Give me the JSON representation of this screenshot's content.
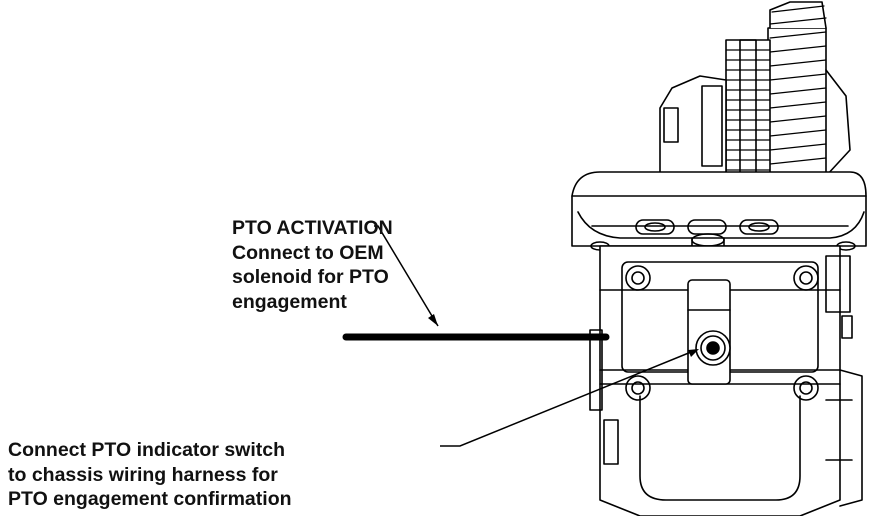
{
  "callouts": {
    "activation": {
      "lines": [
        "PTO ACTIVATION",
        "Connect to OEM",
        "solenoid for PTO",
        "engagement"
      ]
    },
    "indicator": {
      "lines": [
        "Connect PTO indicator switch",
        "to chassis wiring harness for",
        "PTO engagement confirmation"
      ]
    }
  },
  "colors": {
    "ink": "#111111",
    "wire": "#000000",
    "background": "#ffffff"
  }
}
